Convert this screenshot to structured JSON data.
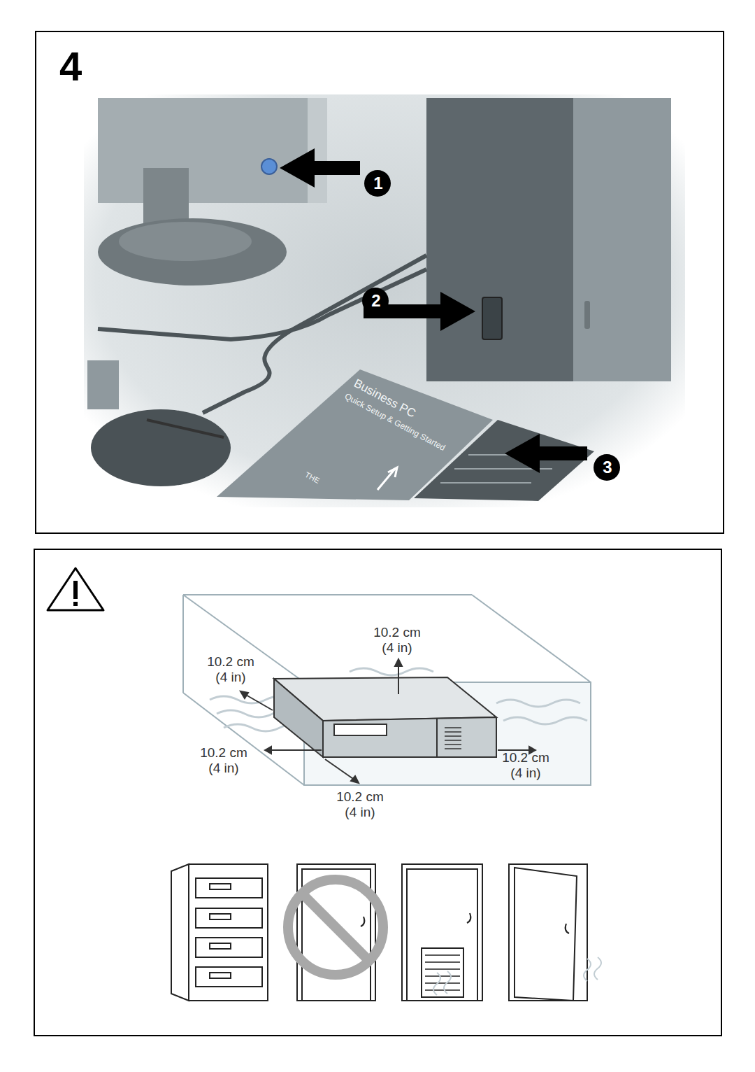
{
  "diagram": {
    "labels": [
      "4",
      "1",
      "2",
      "3",
      "Business PC",
      "Quick Setup & Getting Started",
      "THE",
      "10.2 cm (4 in)",
      "10.2 cm (4 in)",
      "10.2 cm (4 in)",
      "10.2 cm (4 in)",
      "10.2 cm (4 in)"
    ]
  }
}
